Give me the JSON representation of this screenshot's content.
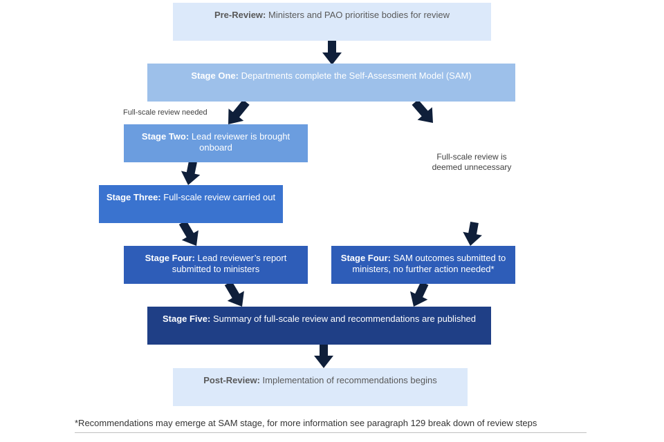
{
  "colors": {
    "pre_review": "#dce9fa",
    "stage_one": "#9dc0ea",
    "stage_two": "#6b9ddf",
    "stage_three": "#3a73cf",
    "stage_four": "#2e5db8",
    "stage_five": "#1f3f86",
    "post_review": "#dce9fa",
    "arrow": "#0f1f3a"
  },
  "boxes": {
    "pre_review": {
      "heading": "Pre-Review:",
      "text": "Ministers and PAO prioritise bodies for review"
    },
    "stage_one": {
      "heading": "Stage One:",
      "text": "Departments complete the Self-Assessment Model (SAM)"
    },
    "stage_two": {
      "heading": "Stage Two:",
      "text": "Lead reviewer is brought onboard"
    },
    "stage_three": {
      "heading": "Stage Three:",
      "text": "Full-scale review carried out"
    },
    "stage_four_left": {
      "heading": "Stage Four:",
      "text": "Lead reviewer’s report submitted to ministers"
    },
    "stage_four_right": {
      "heading": "Stage Four:",
      "text": "SAM outcomes submitted to ministers, no further action needed*"
    },
    "stage_five": {
      "heading": "Stage Five:",
      "text": "Summary of full-scale review and recommendations are published"
    },
    "post_review": {
      "heading": "Post-Review:",
      "text": "Implementation of recommendations begins"
    }
  },
  "notes": {
    "full_scale_needed": "Full-scale review needed",
    "full_scale_unnecessary": "Full-scale review is deemed unnecessary"
  },
  "footnote": "*Recommendations may emerge at SAM stage, for more information see paragraph 129  break down of review steps"
}
